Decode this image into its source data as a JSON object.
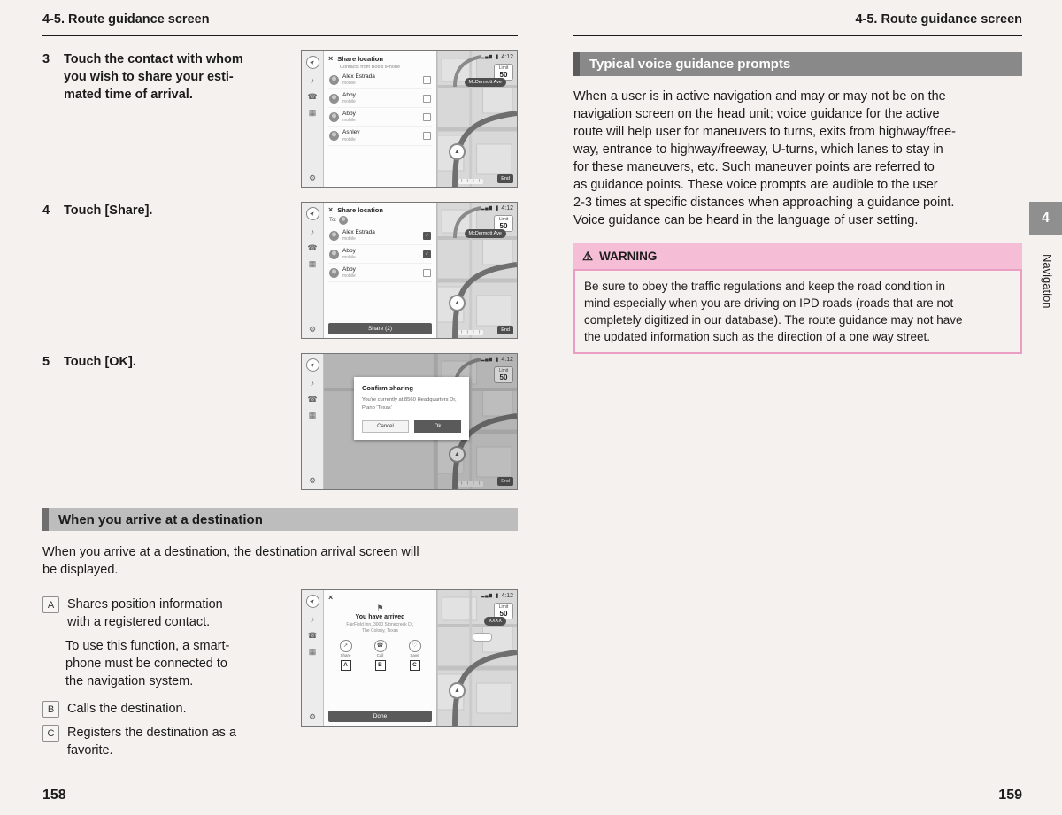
{
  "left": {
    "header": "4-5. Route guidance screen",
    "page_number": "158",
    "steps": [
      {
        "num": "3",
        "text": "Touch the contact with whom\nyou wish to share your esti-\nmated time of arrival."
      },
      {
        "num": "4",
        "text": "Touch [Share]."
      },
      {
        "num": "5",
        "text": "Touch [OK]."
      }
    ],
    "section": {
      "heading": "When you arrive at a destination",
      "intro": "When you arrive at a destination, the destination arrival screen will\nbe displayed.",
      "items": [
        {
          "label": "A",
          "text": "Shares position information\nwith a registered contact.",
          "note": "To use this function, a smart-\nphone must be connected to\nthe navigation system."
        },
        {
          "label": "B",
          "text": "Calls the destination."
        },
        {
          "label": "C",
          "text": "Registers the destination as a\nfavorite."
        }
      ]
    }
  },
  "right": {
    "header": "4-5. Route guidance screen",
    "page_number": "159",
    "section_title": "Typical voice guidance prompts",
    "body": "When a user is in active navigation and may or may not be on the\nnavigation screen on the head unit; voice guidance for the active\nroute will help user for maneuvers to turns, exits from highway/free-\nway, entrance to highway/freeway, U-turns, which lanes to stay in\nfor these maneuvers, etc. Such maneuver points are referred to\nas guidance points. These voice prompts are audible to the user\n2-3 times at specific distances when approaching a guidance point.\nVoice guidance can be heard in the language of user setting.",
    "warning": {
      "title": "WARNING",
      "body": "Be sure to obey the traffic regulations and keep the road condition in\nmind especially when you are driving on IPD roads (roads that are not\ncompletely digitized in our database). The route guidance may not have\nthe updated information such as the direction of a one way street."
    },
    "side_tab": {
      "number": "4",
      "label": "Navigation"
    }
  },
  "icons": {
    "back": "►",
    "music": "♪",
    "phone": "☎",
    "apps": "▦",
    "gear": "⚙",
    "close": "×",
    "check": "✓",
    "warning": "⚠",
    "flag": "⚑",
    "share": "↗",
    "call": "☎",
    "save": "♡",
    "marker": "▲",
    "signal": "▂▄▆",
    "battery": "▮",
    "lanes": "↑ ↑ ↑ ↑"
  },
  "shots": {
    "status_time": "4:12",
    "limit_label": "Limit",
    "limit_value": "50",
    "street_banner": "McDermott Ave",
    "end_label": "End",
    "s1": {
      "title": "Share location",
      "subtitle": "Contacts from Bob's iPhone",
      "contacts": [
        {
          "name": "Alex Estrada",
          "sub": "mobile"
        },
        {
          "name": "Abby",
          "sub": "mobile"
        },
        {
          "name": "Abby",
          "sub": "mobile"
        },
        {
          "name": "Ashley",
          "sub": "mobile"
        }
      ]
    },
    "s2": {
      "title": "Share location",
      "to_label": "To:",
      "contacts": [
        {
          "name": "Alex Estrada",
          "sub": "mobile"
        },
        {
          "name": "Abby",
          "sub": "mobile"
        },
        {
          "name": "Abby",
          "sub": "mobile"
        }
      ],
      "share_button": "Share (2)"
    },
    "s3": {
      "title": "Confirm sharing",
      "body": "You're currently at 8560 Headquarters Dr,\nPlano 'Texas'",
      "cancel": "Cancel",
      "ok": "Ok"
    },
    "s4": {
      "arrived": "You have arrived",
      "address": "FairField Inn, 3000 Stonecreek Dr,\nThe Colony, Texas",
      "actions": [
        {
          "label": "Share"
        },
        {
          "label": "Call"
        },
        {
          "label": "Save"
        }
      ],
      "done": "Done",
      "banner": "XXXX"
    }
  }
}
